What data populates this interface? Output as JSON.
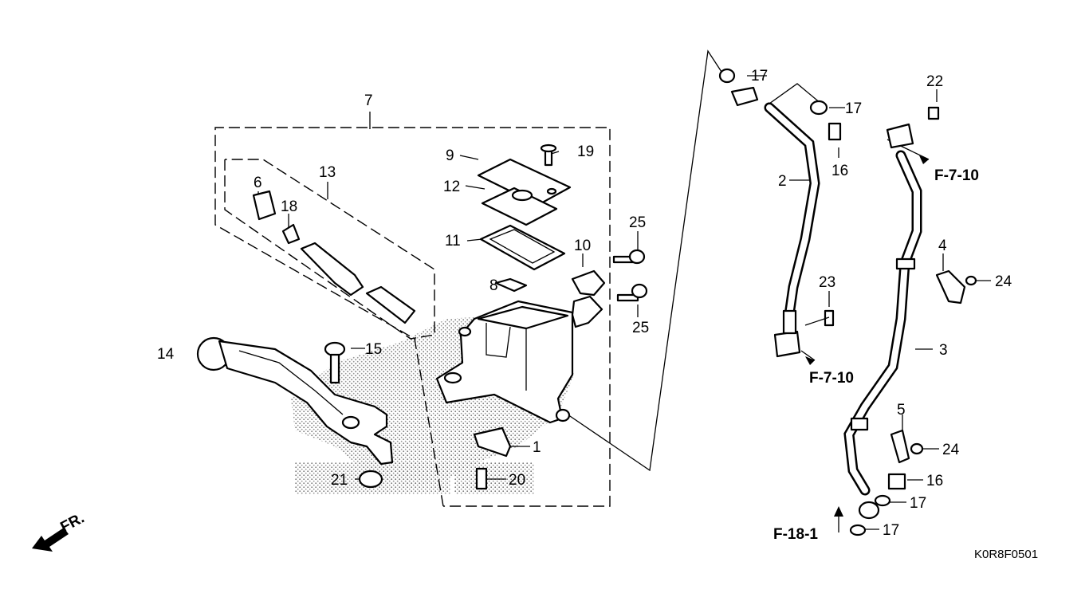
{
  "diagram_code": "K0R8F0501",
  "direction_label": "FR.",
  "callouts": {
    "c1": "1",
    "c2": "2",
    "c3": "3",
    "c4": "4",
    "c5": "5",
    "c6": "6",
    "c7": "7",
    "c8": "8",
    "c9": "9",
    "c10": "10",
    "c11": "11",
    "c12": "12",
    "c13": "13",
    "c14": "14",
    "c15": "15",
    "c16a": "16",
    "c16b": "16",
    "c17a": "17",
    "c17b": "17",
    "c17c": "17",
    "c17d": "17",
    "c18": "18",
    "c19": "19",
    "c20": "20",
    "c21": "21",
    "c22": "22",
    "c23": "23",
    "c24a": "24",
    "c24b": "24",
    "c25a": "25",
    "c25b": "25"
  },
  "references": {
    "r1": "F-7-10",
    "r2": "F-7-10",
    "r3": "F-18-1"
  }
}
